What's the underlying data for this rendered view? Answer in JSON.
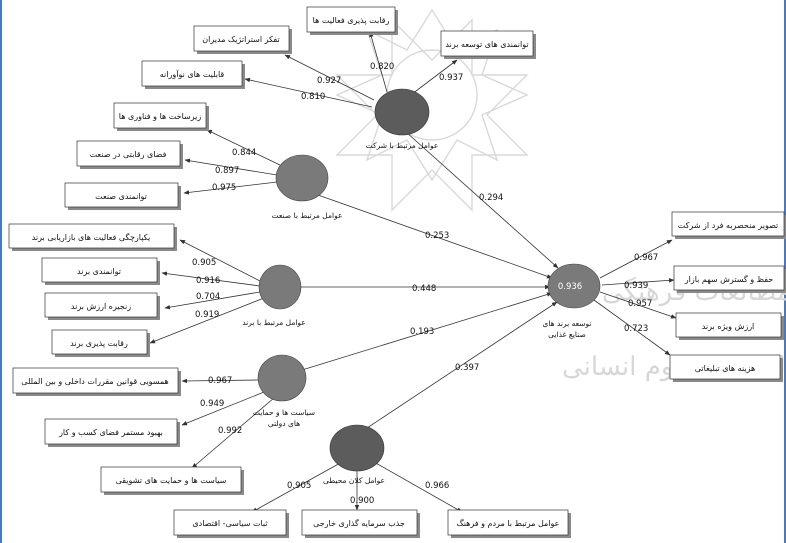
{
  "watermark": {
    "line1": "پژوهشگاه علوم انسانی و مطالعات فرهنگی",
    "line2": "پرتال جامع علوم انسانی"
  },
  "latent": {
    "company": "عوامل مرتبط با شرکت",
    "industry": "عوامل مرتبط با صنعت",
    "brand": "عوامل مرتبط با برند",
    "gov": [
      "سیاست ها و حمایت",
      "های دولتی"
    ],
    "macro": "عوامل کلان محیطی",
    "target": [
      "توسعه برند های",
      "صنایع غذایی"
    ],
    "target_value": "0.936"
  },
  "indicators": {
    "company": [
      "تفکر استراتژیک مدیران",
      "رقابت پذیری فعالیت ها",
      "توانمندی های توسعه برند",
      "قابلیت های نوآورانه"
    ],
    "industry": [
      "زیرساخت ها و فناوری ها",
      "فضای رقابتی در صنعت",
      "توانمندی صنعت"
    ],
    "brand": [
      "یکپارچگی فعالیت های بازاریابی برند",
      "توانمندی برند",
      "زنجیره ارزش برند",
      "رقابت پذیری برند"
    ],
    "gov": [
      "همسویی قوانین مقررات داخلی و بین المللی",
      "بهبود مستمر فضای کسب و کار",
      "سیاست ها و حمایت های تشویقی"
    ],
    "macro": [
      "ثبات سیاسی- اقتصادی",
      "جذب سرمایه گذاری خارجی",
      "عوامل مرتبط با مردم و فرهنگ"
    ],
    "target": [
      "تصویر منحصربه فرد از شرکت",
      "حفظ و گسترش سهم بازار",
      "ارزش ویژه برند",
      "هزینه های تبلیغاتی"
    ]
  },
  "loadings": {
    "company": [
      "0.927",
      "0.820",
      "0.937",
      "0.810"
    ],
    "industry": [
      "0.844",
      "0.897",
      "0.975"
    ],
    "brand": [
      "0.905",
      "0.916",
      "0.704",
      "0.919"
    ],
    "gov": [
      "0.967",
      "0.949",
      "0.992"
    ],
    "macro": [
      "0.905",
      "0.900",
      "0.966"
    ],
    "target": [
      "0.967",
      "0.939",
      "0.957",
      "0.723"
    ]
  },
  "paths": {
    "company": "0.294",
    "industry": "0.253",
    "brand": "0.448",
    "gov": "0.193",
    "macro": "0.397"
  }
}
